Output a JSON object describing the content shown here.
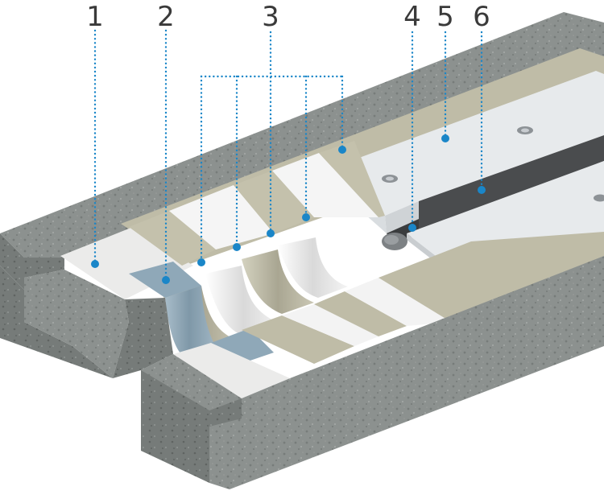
{
  "callouts": [
    {
      "number": "1",
      "target": "base-fabric"
    },
    {
      "number": "2",
      "target": "tape-membrane"
    },
    {
      "number": "3",
      "target": "bonding-layers"
    },
    {
      "number": "4",
      "target": "foam-backer-rod"
    },
    {
      "number": "5",
      "target": "cover-plate"
    },
    {
      "number": "6",
      "target": "joint-gap"
    }
  ],
  "colors": {
    "concrete": "#8c918f",
    "concrete_dark": "#6f7472",
    "adhesive": "#bfbca7",
    "fabric": "#f2f2f2",
    "tape": "#8fa8b8",
    "plate": "#e7eaec",
    "gap": "#4a4c4e",
    "leader": "#1a86c8"
  }
}
